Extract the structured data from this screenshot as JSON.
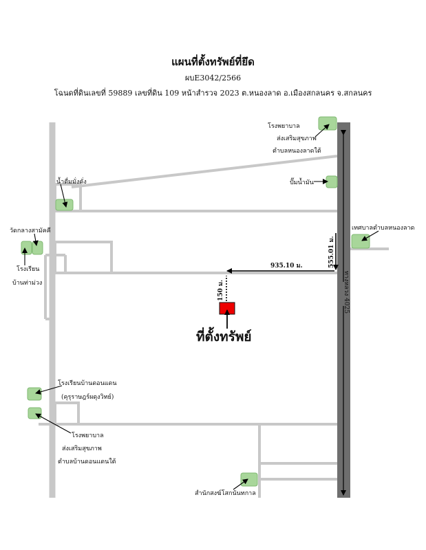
{
  "header": {
    "title": "แผนที่ตั้งทรัพย์ที่ยึด",
    "code": "ผบE3042/2566",
    "deed": "โฉนดที่ดินเลขที่ 59889 เลขที่ดิน 109 หน้าสำรวจ 2023 ต.หนองลาด อ.เมืองสกลนคร จ.สกลนคร"
  },
  "map": {
    "highway_label": "ทางหลวง 4025",
    "landmarks": [
      {
        "id": "hospital_north_1",
        "text": "โรงพยาบาล"
      },
      {
        "id": "hospital_north_2",
        "text": "ส่งเสริมสุขภาพ"
      },
      {
        "id": "hospital_north_3",
        "text": "ตำบลหนองลาดใต้"
      },
      {
        "id": "water",
        "text": "น้ำดื่มมั่งคั่ง"
      },
      {
        "id": "gas",
        "text": "ปั๊มน้ำมัน"
      },
      {
        "id": "municipality",
        "text": "เทศบาลตำบลหนองลาด"
      },
      {
        "id": "temple",
        "text": "วัดกลางสามัคคี"
      },
      {
        "id": "school_west_1",
        "text": "โรงเรียน"
      },
      {
        "id": "school_west_2",
        "text": "บ้านท่าม่วง"
      },
      {
        "id": "school_dondaen_1",
        "text": "โรงเรียนบ้านดอนแดน"
      },
      {
        "id": "school_dondaen_2",
        "text": "(คุรุราษฎร์ผดุงวิทย์)"
      },
      {
        "id": "hospital_south_1",
        "text": "โรงพยาบาล"
      },
      {
        "id": "hospital_south_2",
        "text": "ส่งเสริมสุขภาพ"
      },
      {
        "id": "hospital_south_3",
        "text": "ตำบลบ้านดอนแดนใต้"
      },
      {
        "id": "monastery",
        "text": "สำนักสงฆ์โสกนันทกาล"
      }
    ],
    "distances": {
      "d1": "555.01 ม.",
      "d2": "935.10 ม.",
      "d3": "150 ม."
    },
    "property_label": "ที่ตั้งทรัพย์",
    "colors": {
      "road": "#c8c8c8",
      "highway": "#6e6e6e",
      "landmark_fill": "#a8d69a",
      "landmark_stroke": "#7fb872",
      "property": "#ee0000"
    }
  }
}
